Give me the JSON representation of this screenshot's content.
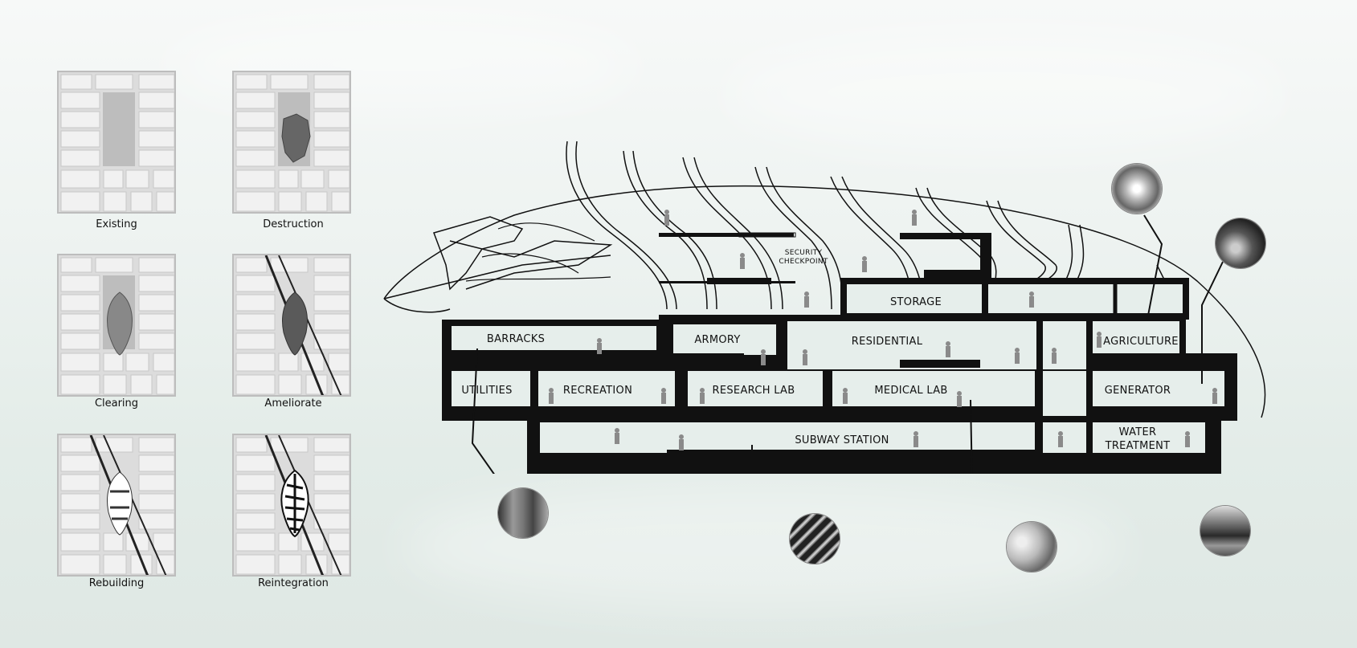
{
  "panels": [
    {
      "label": "Existing",
      "state": "existing"
    },
    {
      "label": "Destruction",
      "state": "destruction"
    },
    {
      "label": "Clearing",
      "state": "clearing"
    },
    {
      "label": "Ameliorate",
      "state": "ameliorate"
    },
    {
      "label": "Rebuilding",
      "state": "rebuilding"
    },
    {
      "label": "Reintegration",
      "state": "reintegration"
    }
  ],
  "section": {
    "checkpoint_line1": "SECURITY",
    "checkpoint_line2": "CHECKPOINT",
    "storage": "STORAGE",
    "barracks": "BARRACKS",
    "armory": "ARMORY",
    "residential": "RESIDENTIAL",
    "agriculture": "AGRICULTURE",
    "utilities": "UTILITIES",
    "recreation": "RECREATION",
    "research_lab": "RESEARCH LAB",
    "medical_lab": "MEDICAL LAB",
    "generator": "GENERATOR",
    "subway_station": "SUBWAY STATION",
    "water_treatment_line1": "WATER",
    "water_treatment_line2": "TREATMENT"
  },
  "photos": [
    {
      "name": "tunnel-ring-photo"
    },
    {
      "name": "machinery-photo"
    },
    {
      "name": "utilities-room-photo"
    },
    {
      "name": "subway-tunnel-photo"
    },
    {
      "name": "medical-lab-photo"
    },
    {
      "name": "water-treatment-photo"
    }
  ],
  "colors": {
    "structure": "#000000",
    "figure": "#8a8a8a",
    "panel_bg": "#dcdcdc"
  }
}
